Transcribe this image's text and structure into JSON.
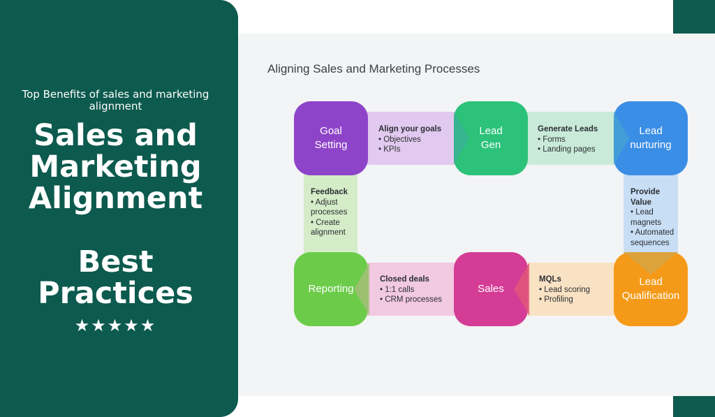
{
  "left_panel": {
    "subtitle": "Top Benefits of sales and marketing alignment",
    "title": "Sales and Marketing Alignment",
    "title2": "Best Practices",
    "stars": "★★★★★"
  },
  "diagram": {
    "title": "Aligning Sales and Marketing Processes",
    "nodes": {
      "goal_setting": {
        "label": "Goal Setting",
        "color": "#8e44c9"
      },
      "lead_gen": {
        "label": "Lead Gen",
        "color": "#2cc27a"
      },
      "lead_nurturing": {
        "label": "Lead nurturing",
        "color": "#3b8ee6"
      },
      "reporting": {
        "label": "Reporting",
        "color": "#6ccc4a"
      },
      "sales": {
        "label": "Sales",
        "color": "#d43c95"
      },
      "lead_qualification": {
        "label": "Lead Qualification",
        "color": "#f59a18"
      }
    },
    "connectors": {
      "align_goals": {
        "heading": "Align your goals",
        "items": [
          "• Objectives",
          "• KPIs"
        ],
        "color": "#e2c9ef"
      },
      "generate_leads": {
        "heading": "Generate Leads",
        "items": [
          "• Forms",
          "• Landing pages"
        ],
        "color": "#c9ead9"
      },
      "provide_value": {
        "heading": "Provide Value",
        "items": [
          "• Lead magnets",
          "• Automated sequences"
        ],
        "color": "#c8def5"
      },
      "mqls": {
        "heading": "MQLs",
        "items": [
          "• Lead scoring",
          "• Profiling"
        ],
        "color": "#f9e1c3"
      },
      "closed_deals": {
        "heading": "Closed deals",
        "items": [
          "• 1:1 calls",
          "• CRM processes"
        ],
        "color": "#f1c9e0"
      },
      "feedback": {
        "heading": "Feedback",
        "items": [
          "• Adjust processes",
          "• Create alignment"
        ],
        "color": "#d5ecc8"
      }
    }
  }
}
